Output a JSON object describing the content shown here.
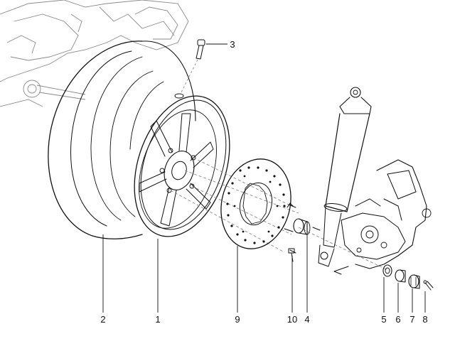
{
  "callouts": [
    {
      "id": "2",
      "label": "2"
    },
    {
      "id": "1",
      "label": "1"
    },
    {
      "id": "3",
      "label": "3"
    },
    {
      "id": "9",
      "label": "9"
    },
    {
      "id": "10",
      "label": "10"
    },
    {
      "id": "4",
      "label": "4"
    },
    {
      "id": "5",
      "label": "5"
    },
    {
      "id": "6",
      "label": "6"
    },
    {
      "id": "7",
      "label": "7"
    },
    {
      "id": "8",
      "label": "8"
    }
  ]
}
